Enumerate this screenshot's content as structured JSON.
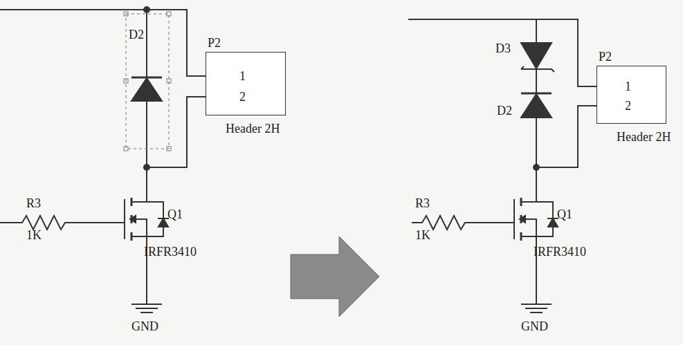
{
  "diagram": {
    "nodes": [
      {
        "text": [
          "P2",
          "1",
          "2",
          "Header 2H"
        ]
      },
      {
        "text": [
          "P2",
          "1",
          "2",
          "Header 2H"
        ]
      }
    ],
    "labels": [
      "D2",
      "R3",
      "1K",
      "Q1",
      "IRFR3410",
      "GND",
      "D3",
      "D2",
      "R3",
      "1K",
      "Q1",
      "IRFR3410",
      "GND"
    ]
  }
}
